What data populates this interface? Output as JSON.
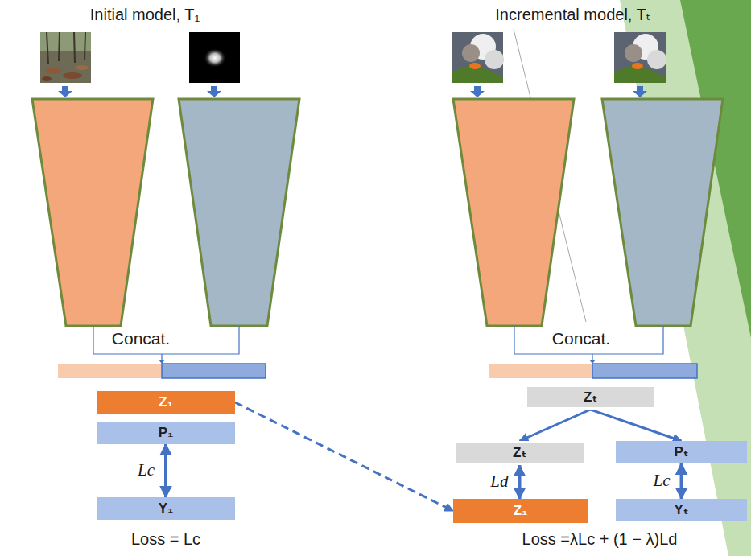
{
  "diagram": {
    "nodes": [
      {
        "text": [
          "Z₁"
        ]
      },
      {
        "text": [
          "P₁"
        ]
      },
      {
        "text": [
          "Y₁"
        ]
      },
      {
        "text": [
          "Zₜ"
        ]
      },
      {
        "text": [
          "Zₜ"
        ]
      },
      {
        "text": [
          "Pₜ"
        ]
      },
      {
        "text": [
          "Z₁"
        ]
      },
      {
        "text": [
          "Yₜ"
        ]
      }
    ],
    "edges": [
      {
        "from": 0,
        "to": 6,
        "arrow": "to"
      },
      {
        "from": 1,
        "to": 2,
        "label": "Lc",
        "arrow": "both"
      },
      {
        "from": 3,
        "to": 4,
        "arrow": "to"
      },
      {
        "from": 3,
        "to": 5,
        "arrow": "to"
      },
      {
        "from": 4,
        "to": 6,
        "label": "Ld",
        "arrow": "both"
      },
      {
        "from": 5,
        "to": 7,
        "label": "Lc",
        "arrow": "both"
      }
    ],
    "labels": [
      "Initial model, T₁",
      "Incremental model, Tₜ",
      "Concat.",
      "Concat.",
      "Loss = Lc",
      "Loss =λLc + (1 − λ)Ld"
    ]
  }
}
